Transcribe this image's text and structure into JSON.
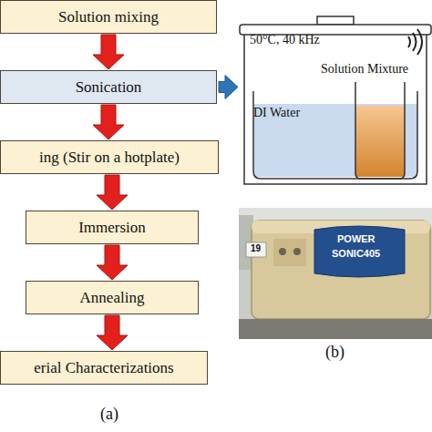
{
  "diagram": {
    "nodes": [
      {
        "text": [
          "Solution mixing"
        ]
      },
      {
        "text": [
          "Sonication"
        ]
      },
      {
        "text": [
          "ing (Stir on a hotplate)"
        ]
      },
      {
        "text": [
          "Immersion"
        ]
      },
      {
        "text": [
          "Annealing"
        ]
      },
      {
        "text": [
          "erial Characterizations"
        ]
      },
      {
        "text": [
          "50°C, 40 kHz",
          "Solution Mixture",
          "DI Water"
        ]
      }
    ],
    "edges": [
      {
        "from": 0,
        "to": 1,
        "arrow": "to"
      },
      {
        "from": 1,
        "to": 2,
        "arrow": "to"
      },
      {
        "from": 2,
        "to": 3,
        "arrow": "to"
      },
      {
        "from": 3,
        "to": 4,
        "arrow": "to"
      },
      {
        "from": 4,
        "to": 5,
        "arrow": "to"
      },
      {
        "from": 1,
        "to": 6,
        "arrow": "to"
      }
    ],
    "labels": [
      "(a)",
      "(b)",
      "POWER",
      "SONIC405",
      "19"
    ]
  }
}
